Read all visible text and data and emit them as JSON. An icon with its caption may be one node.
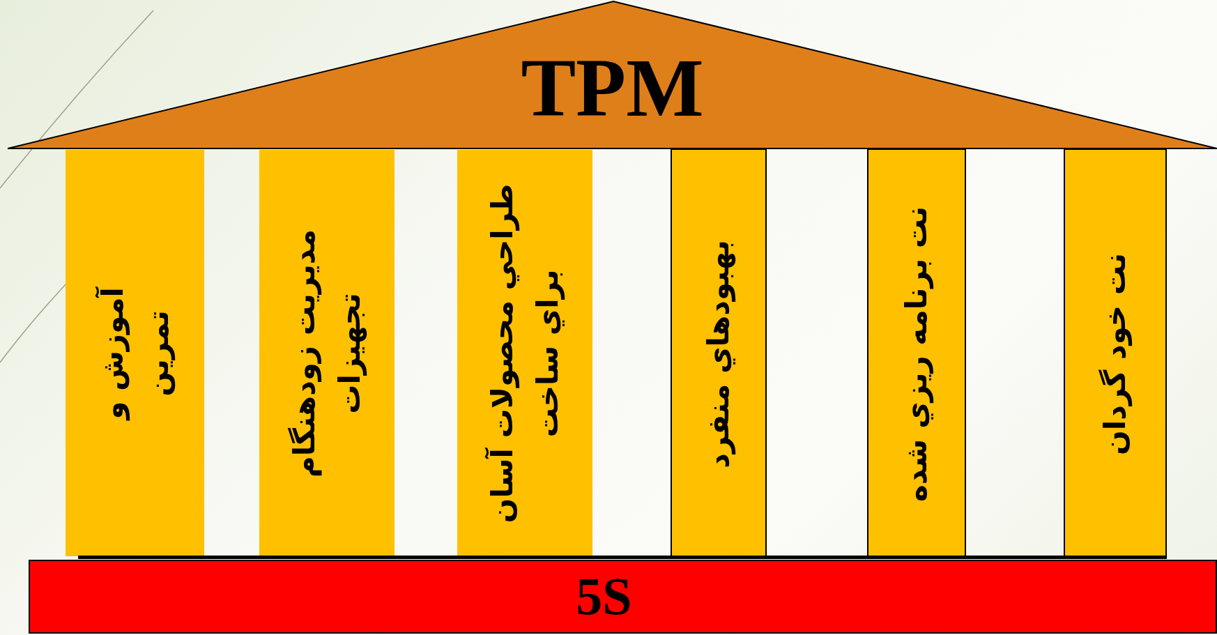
{
  "diagram": {
    "nodes": [
      {
        "text": [
          "TPM"
        ]
      },
      {
        "text": [
          "آموزش و تمرين"
        ]
      },
      {
        "text": [
          "مديريت زودهنگام تجهيزات"
        ]
      },
      {
        "text": [
          "طراحي محصولات آسان براي ساخت"
        ]
      },
      {
        "text": [
          "بهبودهاي منفرد"
        ]
      },
      {
        "text": [
          "نت برنامه ريزي شده"
        ]
      },
      {
        "text": [
          "نت خود گردان"
        ]
      },
      {
        "text": [
          "5S"
        ]
      }
    ]
  }
}
